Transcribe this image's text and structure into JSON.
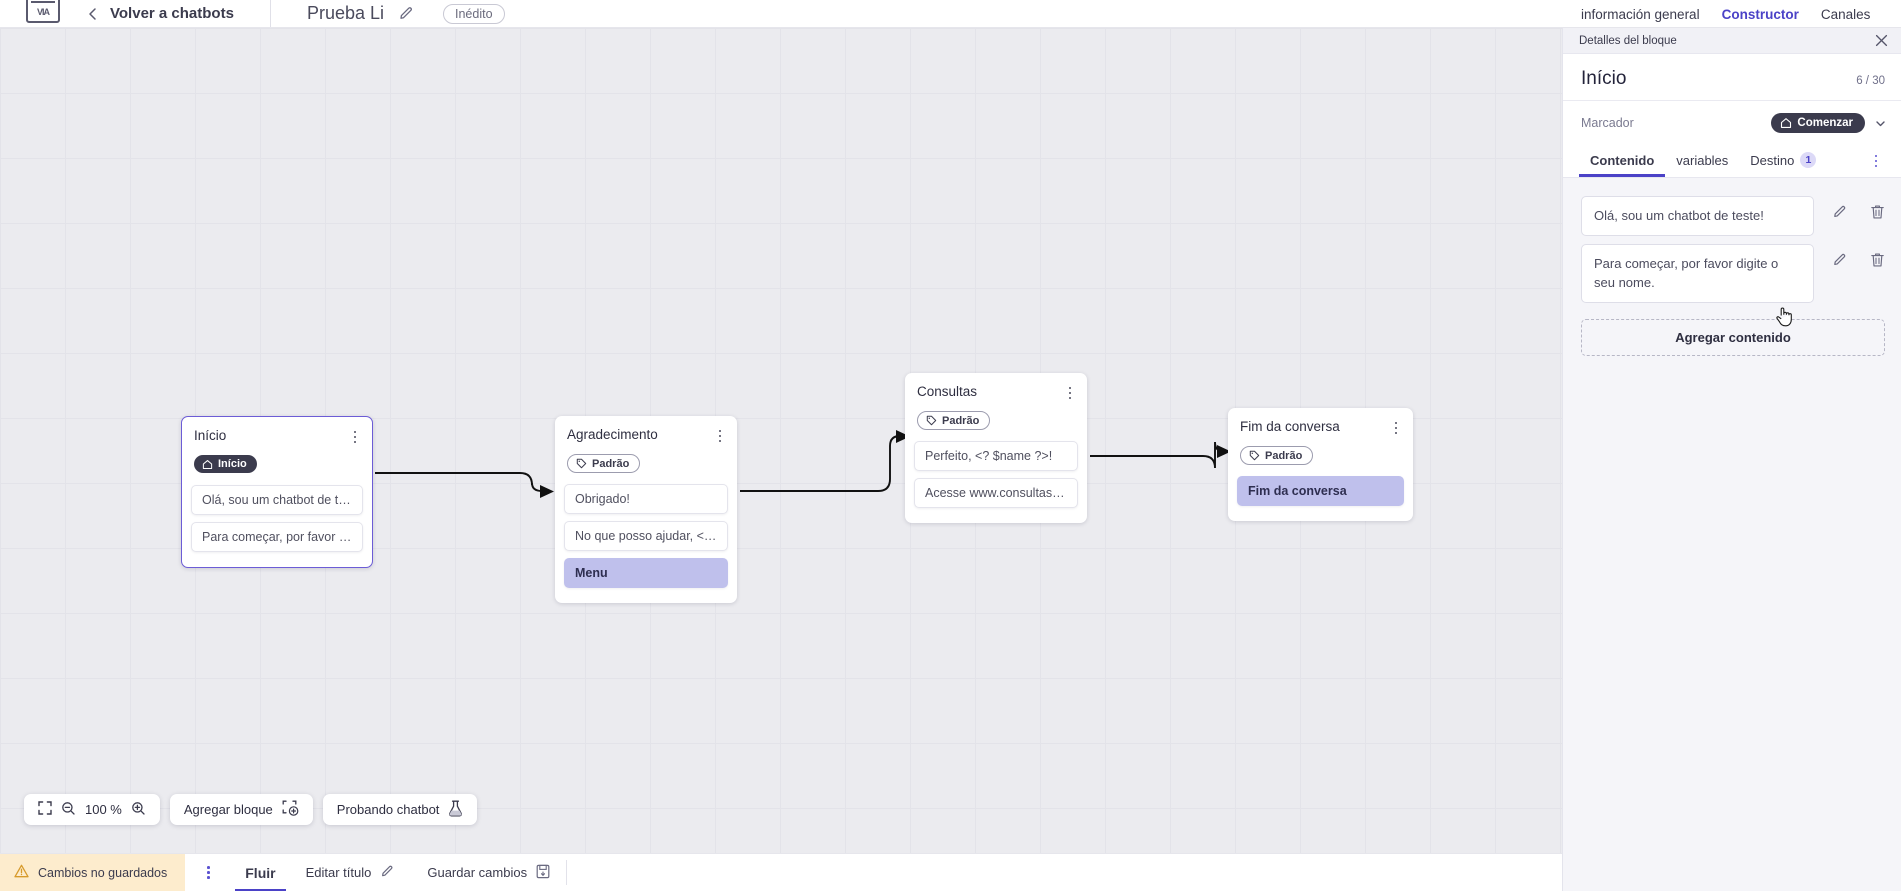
{
  "topbar": {
    "logo_text": "VIA",
    "back_label": "Volver a chatbots",
    "bot_name": "Prueba Li",
    "status_badge": "Inédito",
    "back_icon": "chevron-left-icon",
    "edit_icon": "pencil-icon"
  },
  "right_tabs": [
    {
      "label": "información general",
      "active": false
    },
    {
      "label": "Constructor",
      "active": true
    },
    {
      "label": "Canales",
      "active": false
    }
  ],
  "canvas": {
    "zoom_level": "100 %",
    "nodes": [
      {
        "title": "Início",
        "tag": "Início",
        "tag_style": "dark",
        "tag_icon": "home-icon",
        "selected": true,
        "messages": [
          {
            "text": "Olá, sou um chatbot de teste!",
            "highlight": false
          },
          {
            "text": "Para começar, por favor digite o ...",
            "highlight": false
          }
        ]
      },
      {
        "title": "Agradecimento",
        "tag": "Padrão",
        "tag_style": "outline",
        "tag_icon": "tag-icon",
        "selected": false,
        "messages": [
          {
            "text": "Obrigado!",
            "highlight": false
          },
          {
            "text": "No que posso ajudar, <? $name ...",
            "highlight": false
          },
          {
            "text": "Menu",
            "highlight": true
          }
        ]
      },
      {
        "title": "Consultas",
        "tag": "Padrão",
        "tag_style": "outline",
        "tag_icon": "tag-icon",
        "selected": false,
        "messages": [
          {
            "text": "Perfeito, <? $name ?>!",
            "highlight": false
          },
          {
            "text": "Acesse www.consultas.com par...",
            "highlight": false
          }
        ]
      },
      {
        "title": "Fim da conversa",
        "tag": "Padrão",
        "tag_style": "outline",
        "tag_icon": "tag-icon",
        "selected": false,
        "messages": [
          {
            "text": "Fim da conversa",
            "highlight": true
          }
        ]
      }
    ]
  },
  "toolbar": {
    "fit_icon": "fit-screen-icon",
    "zoom_out_icon": "zoom-out-icon",
    "zoom_in_icon": "zoom-in-icon",
    "zoom_value": "100 %",
    "add_block_label": "Agregar bloque",
    "add_block_icon": "add-block-icon",
    "test_bot_label": "Probando chatbot",
    "test_bot_icon": "flask-icon"
  },
  "bottombar": {
    "unsaved_label": "Cambios no guardados",
    "warning_icon": "warning-triangle-icon",
    "kebab_icon": "kebab-menu-icon",
    "flow_tab": "Fluir",
    "edit_title_label": "Editar título",
    "edit_title_icon": "pencil-icon",
    "save_label": "Guardar cambios",
    "save_icon": "save-disk-icon"
  },
  "panel": {
    "header_title": "Detalles del bloque",
    "close_icon": "close-x-icon",
    "block_title": "Início",
    "counter": "6 / 30",
    "marker_label": "Marcador",
    "marker_value": "Comenzar",
    "marker_icon": "home-icon",
    "marker_chevron": "chevron-down-icon",
    "tabs": [
      {
        "label": "Contenido",
        "badge": "",
        "active": true
      },
      {
        "label": "variables",
        "badge": "",
        "active": false
      },
      {
        "label": "Destino",
        "badge": "1",
        "active": false
      }
    ],
    "tabs_kebab": "kebab-menu-icon",
    "contents": [
      {
        "text": "Olá, sou um chatbot de teste!",
        "edit_icon": "pencil-icon",
        "delete_icon": "trash-icon"
      },
      {
        "text": "Para começar, por favor digite o seu nome.",
        "edit_icon": "pencil-icon",
        "delete_icon": "trash-icon"
      }
    ],
    "add_content_label": "Agregar contenido"
  },
  "colors": {
    "accent": "#4b42c7",
    "node_selected_border": "#6c5cd6",
    "highlight_msg": "#bfc0ec",
    "dark_pill": "#3b3b4d",
    "unsaved_bg": "#fdeccd",
    "canvas_bg": "#ebebef"
  }
}
